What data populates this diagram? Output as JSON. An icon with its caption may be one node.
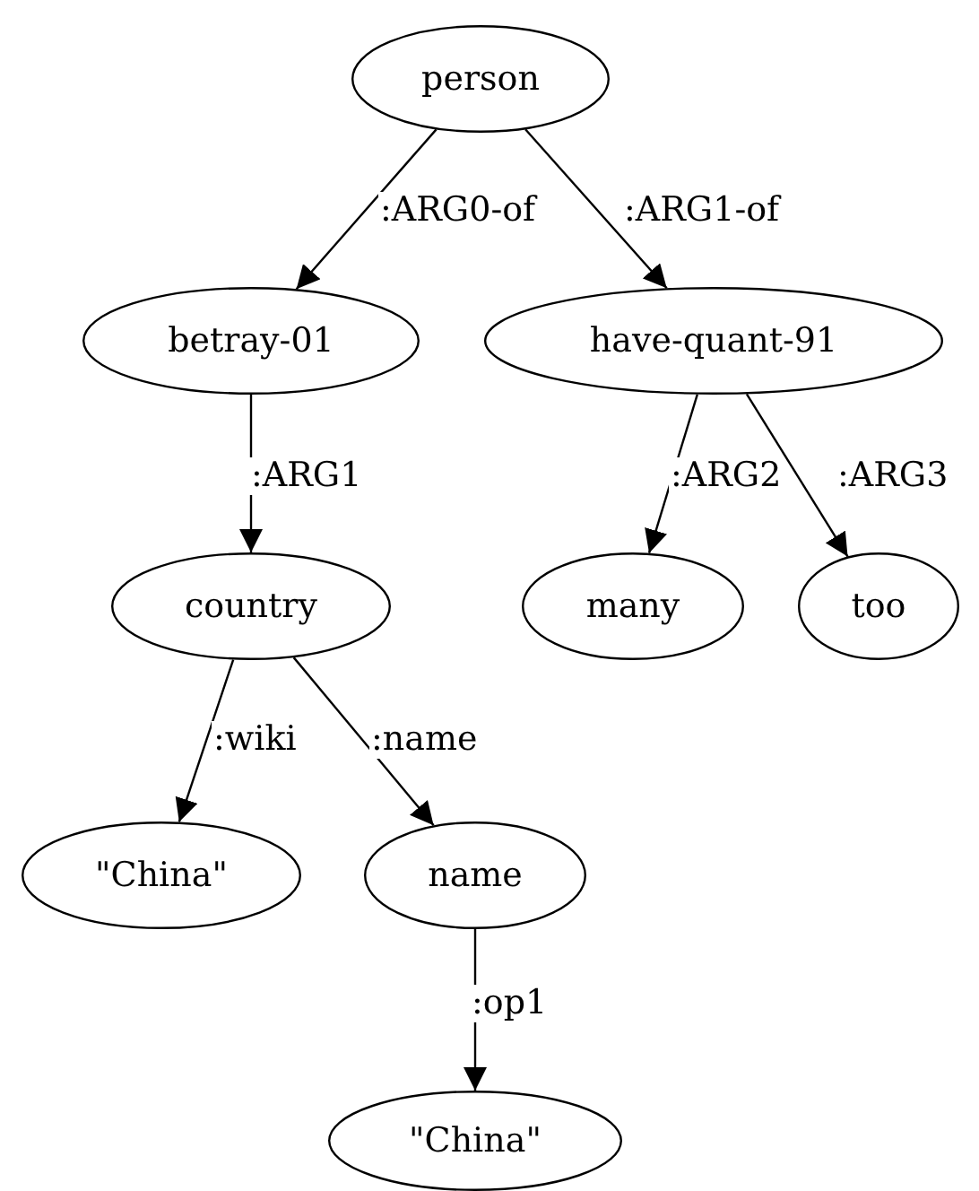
{
  "diagram": {
    "nodes": [
      {
        "text": [
          "person"
        ]
      },
      {
        "text": [
          "betray-01"
        ]
      },
      {
        "text": [
          "have-quant-91"
        ]
      },
      {
        "text": [
          "country"
        ]
      },
      {
        "text": [
          "many"
        ]
      },
      {
        "text": [
          "too"
        ]
      },
      {
        "text": [
          "\"China\""
        ]
      },
      {
        "text": [
          "name"
        ]
      },
      {
        "text": [
          "\"China\""
        ]
      }
    ],
    "edges": [
      {
        "from": 0,
        "to": 1,
        "arrow": "to",
        "label": ":ARG0-of"
      },
      {
        "from": 0,
        "to": 2,
        "arrow": "to",
        "label": ":ARG1-of"
      },
      {
        "from": 1,
        "to": 3,
        "arrow": "to",
        "label": ":ARG1"
      },
      {
        "from": 2,
        "to": 4,
        "arrow": "to",
        "label": ":ARG2"
      },
      {
        "from": 2,
        "to": 5,
        "arrow": "to",
        "label": ":ARG3"
      },
      {
        "from": 3,
        "to": 6,
        "arrow": "to",
        "label": ":wiki"
      },
      {
        "from": 3,
        "to": 7,
        "arrow": "to",
        "label": ":name"
      },
      {
        "from": 7,
        "to": 8,
        "arrow": "to",
        "label": ":op1"
      }
    ]
  }
}
